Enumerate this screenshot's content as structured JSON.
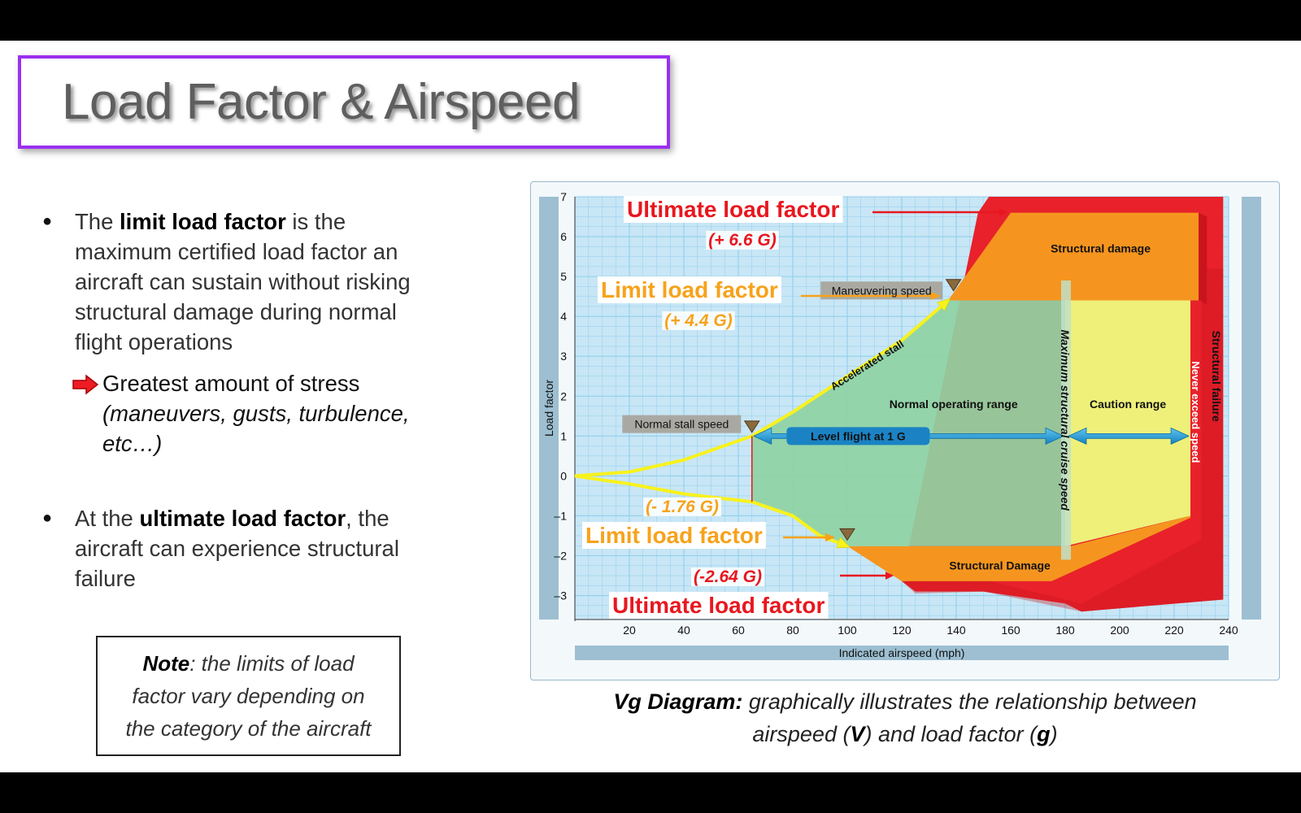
{
  "slide": {
    "title": "Load Factor & Airspeed",
    "bullet1": {
      "marker": "●",
      "lines": [
        {
          "pre": "The ",
          "bold": "limit load factor",
          "post": " is the"
        },
        {
          "pre": "maximum certified load factor an",
          "bold": "",
          "post": ""
        },
        {
          "pre": "aircraft can sustain without risking",
          "bold": "",
          "post": ""
        },
        {
          "pre": "structural damage during normal",
          "bold": "",
          "post": ""
        },
        {
          "pre": "flight operations",
          "bold": "",
          "post": ""
        }
      ]
    },
    "sub_bullet": {
      "icon": "red-arrow-icon",
      "line1": "Greatest amount of stress",
      "line2": "(maneuvers, gusts, turbulence,",
      "line3": "etc…)"
    },
    "bullet2": {
      "marker": "●",
      "lines": [
        {
          "pre": "At the ",
          "bold": "ultimate load factor",
          "post": ", the"
        },
        {
          "pre": "aircraft can experience structural",
          "bold": "",
          "post": ""
        },
        {
          "pre": "failure",
          "bold": "",
          "post": ""
        }
      ]
    },
    "note": {
      "bold": "Note",
      "line1": ": the limits of load",
      "line2": "factor vary depending on",
      "line3": "the category of the aircraft"
    },
    "caption": {
      "bold": "Vg Diagram:",
      "line1": " graphically illustrates the relationship between",
      "line2a": "airspeed (",
      "v": "V",
      "line2b": ") and load factor (",
      "g": "g",
      "line2c": ")"
    }
  },
  "chart_data": {
    "type": "area",
    "xlabel": "Indicated airspeed (mph)",
    "ylabel": "Load factor",
    "xlim": [
      0,
      240
    ],
    "ylim": [
      -3.6,
      7
    ],
    "x_ticks": [
      20,
      40,
      60,
      80,
      100,
      120,
      140,
      160,
      180,
      200,
      220,
      240
    ],
    "y_ticks": [
      7,
      6,
      5,
      4,
      3,
      2,
      1,
      0,
      -1,
      -2,
      -3
    ],
    "grid": true,
    "curves": {
      "positive_stall": [
        [
          0,
          0
        ],
        [
          20,
          0.1
        ],
        [
          40,
          0.4
        ],
        [
          65,
          1
        ],
        [
          80,
          1.6
        ],
        [
          100,
          2.5
        ],
        [
          120,
          3.4
        ],
        [
          137,
          4.4
        ]
      ],
      "negative_stall": [
        [
          0,
          0
        ],
        [
          20,
          -0.2
        ],
        [
          40,
          -0.45
        ],
        [
          65,
          -0.65
        ],
        [
          80,
          -1.0
        ],
        [
          90,
          -1.5
        ],
        [
          100,
          -1.76
        ]
      ]
    },
    "key_speeds": {
      "normal_stall_speed": 65,
      "maneuvering_speed": 137,
      "max_structural_cruise_speed": 180,
      "never_exceed_speed": 226
    },
    "limits": {
      "positive_limit": 4.4,
      "negative_limit": -1.76,
      "positive_ultimate": 6.6,
      "negative_ultimate": -2.64
    },
    "regions": {
      "normal": "Normal operating range",
      "caution": "Caution range",
      "damage_top": "Structural damage",
      "damage_bottom": "Structural Damage",
      "failure": "Structural  failure"
    },
    "labels": {
      "ultimate_top": "Ultimate load factor",
      "ultimate_top_val": "(+ 6.6 G)",
      "limit_top": "Limit load factor",
      "limit_top_val": "(+ 4.4 G)",
      "limit_bottom_val": "(- 1.76 G)",
      "limit_bottom": "Limit load factor",
      "ultimate_bottom_val": "(-2.64 G)",
      "ultimate_bottom": "Ultimate load factor",
      "maneuvering": "Maneuvering speed",
      "normal_stall": "Normal stall speed",
      "accelerated_stall": "Accelerated stall",
      "level_flight": "Level flight at 1 G",
      "max_cruise": "Maximum structural cruise speed",
      "never_exceed": "Never exceed speed"
    },
    "colors": {
      "grid_bg": "#c8e6f5",
      "grid_line": "#8fcfee",
      "normal": "#8fd3a3",
      "caution": "#eef07a",
      "damage": "#f5951f",
      "failure": "#e8212b",
      "limit_text": "#f7a21b",
      "ultimate_text": "#e8171f",
      "stall_curve": "#f8f21c",
      "arrow": "#1a9bd8"
    }
  }
}
